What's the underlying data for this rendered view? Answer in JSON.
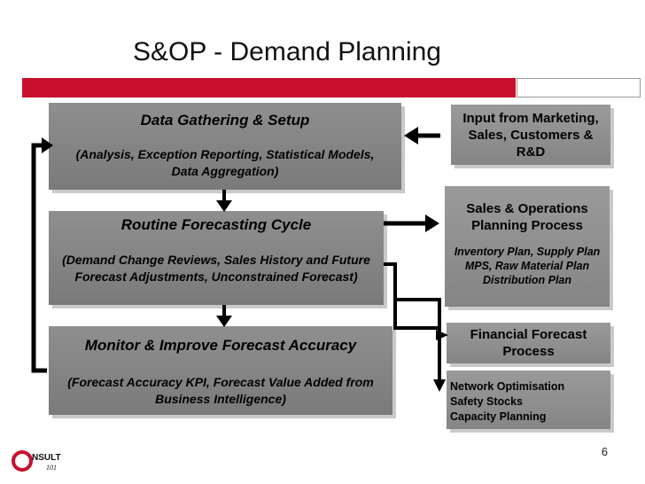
{
  "title": "S&OP - Demand Planning",
  "boxes": {
    "data_gathering": {
      "heading": "Data Gathering & Setup",
      "detail": "(Analysis, Exception Reporting, Statistical Models, Data Aggregation)"
    },
    "routine_forecasting": {
      "heading": "Routine Forecasting Cycle",
      "detail": "(Demand Change Reviews, Sales History and Future Forecast Adjustments, Unconstrained Forecast)"
    },
    "monitor_improve": {
      "heading": "Monitor & Improve Forecast Accuracy",
      "detail": "(Forecast Accuracy KPI, Forecast Value Added from Business Intelligence)"
    },
    "input_from": {
      "heading": "Input from Marketing, Sales, Customers & R&D"
    },
    "sales_operations": {
      "heading": "Sales & Operations Planning Process",
      "detail": "Inventory Plan,  Supply Plan MPS,  Raw Material Plan Distribution Plan"
    },
    "financial_forecast": {
      "heading": "Financial Forecast Process"
    },
    "network": {
      "line1": "Network Optimisation",
      "line2": "Safety Stocks",
      "line3": "Capacity Planning"
    }
  },
  "page_number": "6",
  "logo": {
    "text_main": "NSULT",
    "text_sub": "101",
    "mark": "C"
  },
  "colors": {
    "accent": "#c8102e",
    "box_fill": "#858585",
    "arrow": "#000000"
  }
}
